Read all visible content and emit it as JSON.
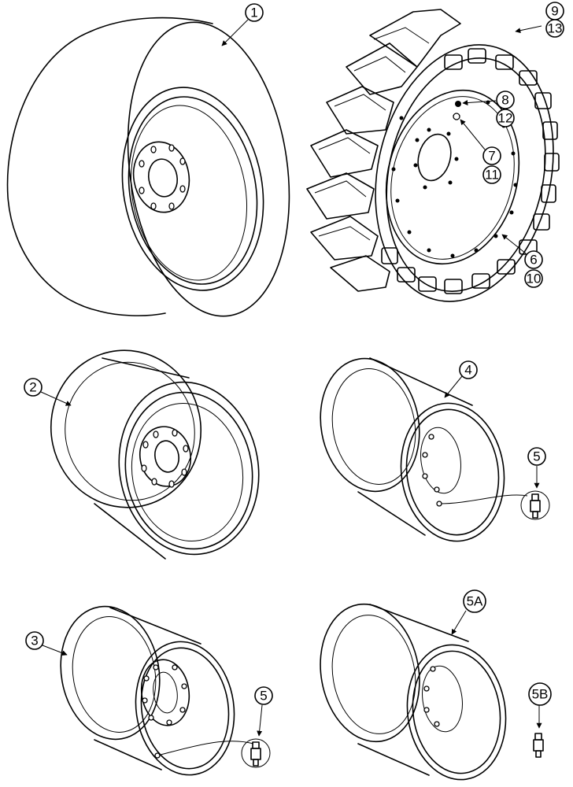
{
  "callouts": {
    "c1": "1",
    "c9": "9",
    "c13": "13",
    "c8": "8",
    "c12": "12",
    "c7": "7",
    "c11": "11",
    "c6": "6",
    "c10": "10",
    "c2": "2",
    "c4": "4",
    "c5a": "5",
    "c3": "3",
    "c5b": "5",
    "c5A": "5A",
    "c5B": "5B"
  },
  "parts": [
    {
      "id": "solid-tire",
      "callout": "1"
    },
    {
      "id": "segmented-tire",
      "callouts": [
        "9",
        "13",
        "8",
        "12",
        "7",
        "11",
        "6",
        "10"
      ]
    },
    {
      "id": "wheel-rim",
      "callout": "2"
    },
    {
      "id": "wheel-rim",
      "callout": "4"
    },
    {
      "id": "valve-stem",
      "callout": "5"
    },
    {
      "id": "wheel-rim",
      "callout": "3"
    },
    {
      "id": "valve-stem",
      "callout": "5"
    },
    {
      "id": "wheel-rim",
      "callout": "5A"
    },
    {
      "id": "valve-stem",
      "callout": "5B"
    }
  ]
}
